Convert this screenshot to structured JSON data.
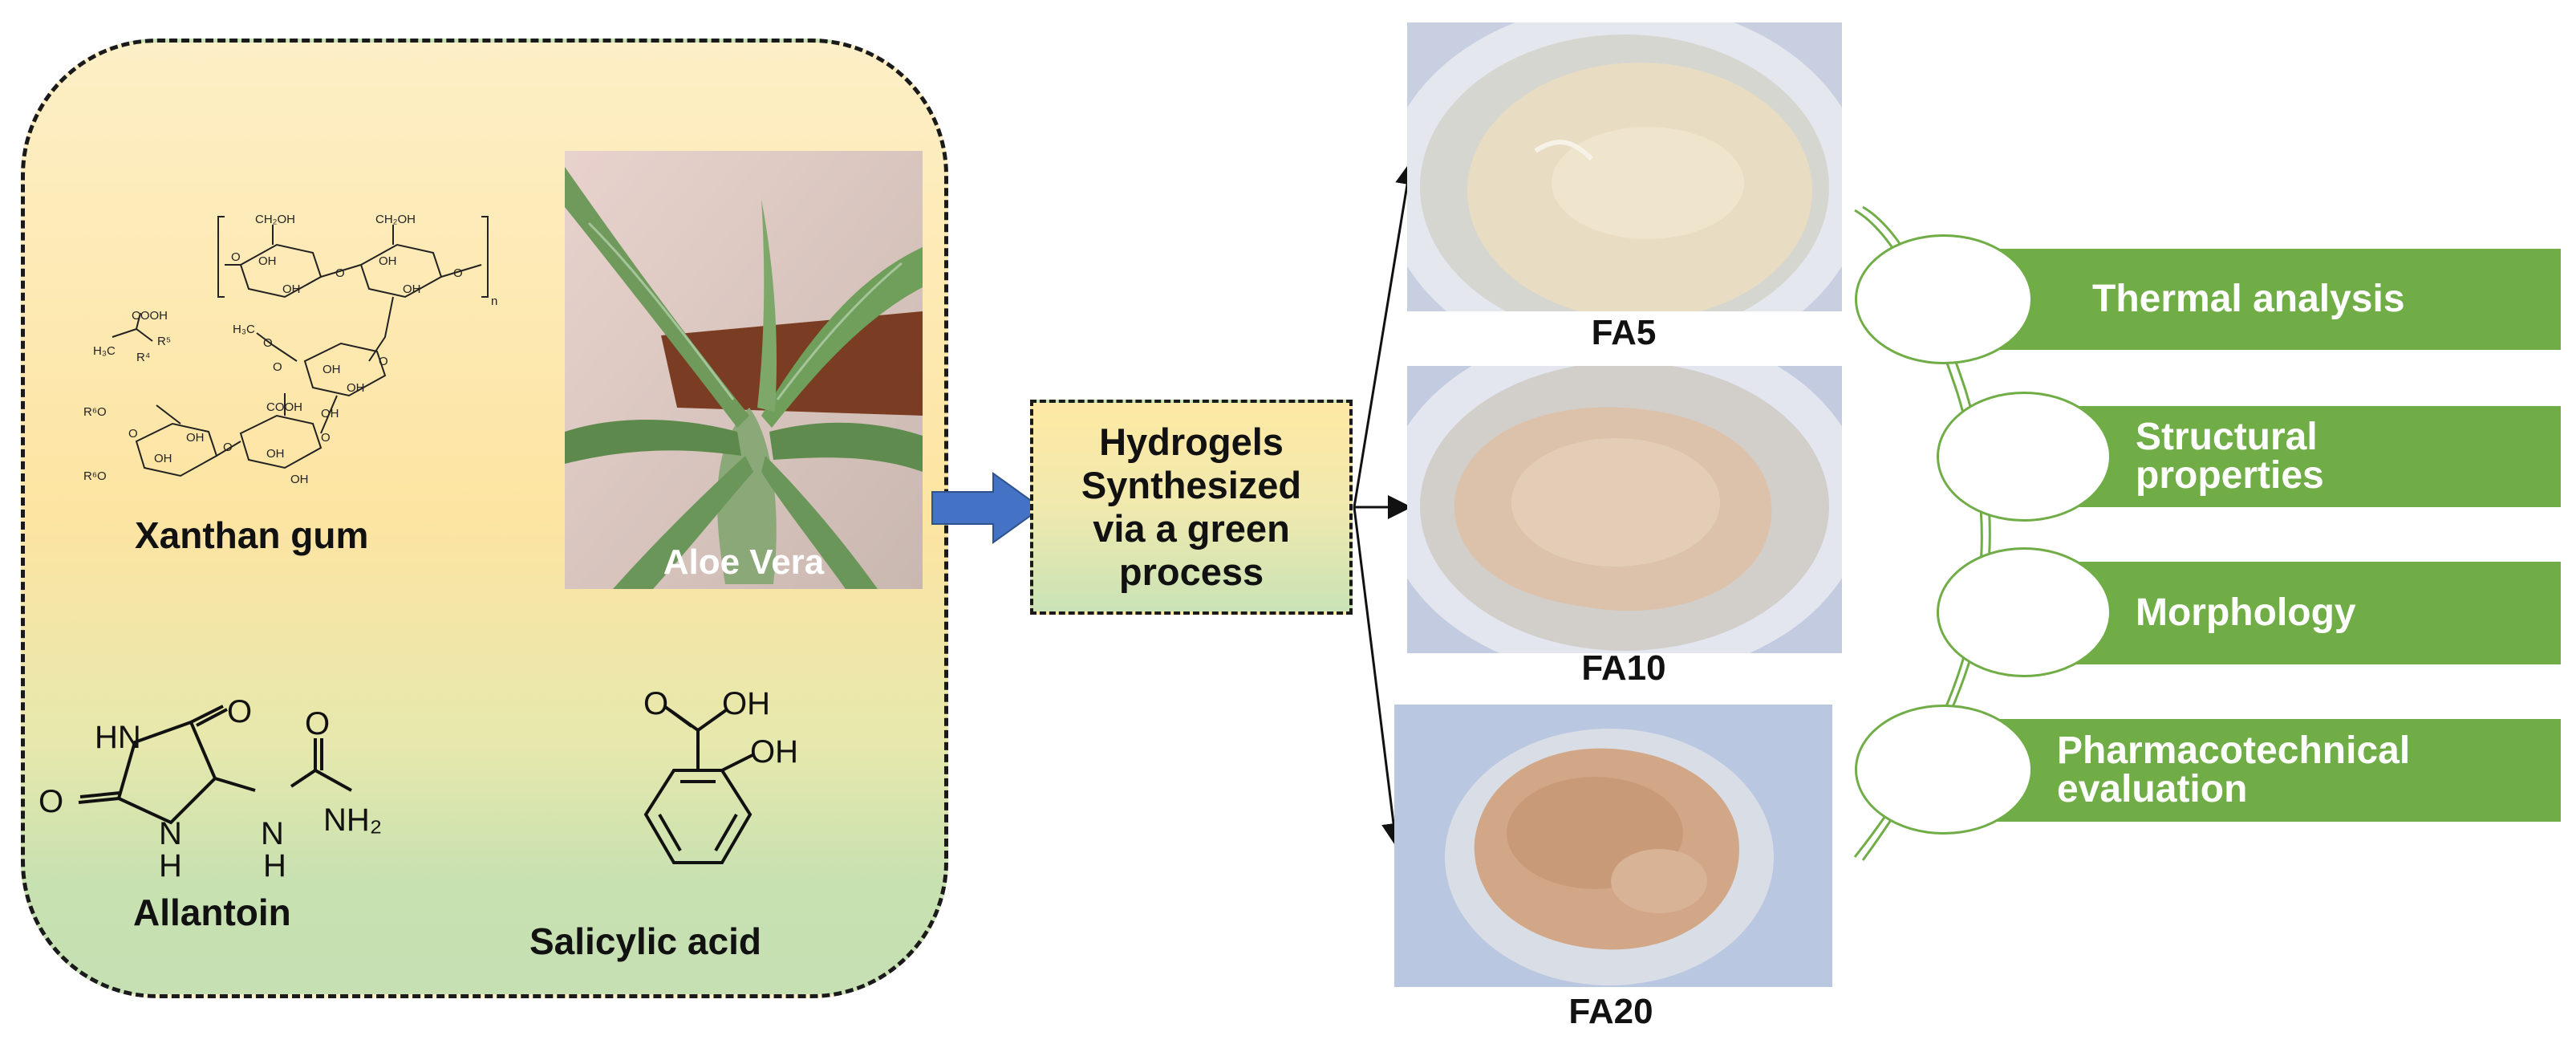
{
  "ingredients": {
    "xanthan": "Xanthan gum",
    "aloe": "Aloe Vera",
    "allantoin": "Allantoin",
    "salicylic": "Salicylic acid"
  },
  "process": {
    "line1": "Hydrogels",
    "line2": "Synthesized",
    "line3": "via a green",
    "line4": "process"
  },
  "samples": [
    "FA5",
    "FA10",
    "FA20"
  ],
  "analyses": [
    {
      "line1": "Thermal analysis",
      "line2": ""
    },
    {
      "line1": "Structural",
      "line2": "properties"
    },
    {
      "line1": "Morphology",
      "line2": ""
    },
    {
      "line1": "Pharmacotechnical",
      "line2": "evaluation"
    }
  ],
  "chem": {
    "xanthan_groups": [
      "CH₂OH",
      "CH₂OH",
      "OH",
      "OH",
      "OH",
      "OH",
      "O",
      "O",
      "O",
      "n",
      "COOH",
      "H₃C",
      "R⁵",
      "R⁴",
      "H₃C",
      "O",
      "O",
      "OH",
      "OH",
      "O",
      "COOH",
      "OH",
      "R⁶O",
      "R⁶O",
      "OH",
      "OH",
      "OH",
      "O",
      "O",
      "O",
      "OH"
    ],
    "allantoin_atoms": [
      "HN",
      "O",
      "O",
      "N",
      "H",
      "H",
      "N",
      "O",
      "NH₂"
    ],
    "salicylic_atoms": [
      "O",
      "OH",
      "OH"
    ]
  },
  "colors": {
    "accent": "#70ad47",
    "arrow": "#4472c4"
  }
}
